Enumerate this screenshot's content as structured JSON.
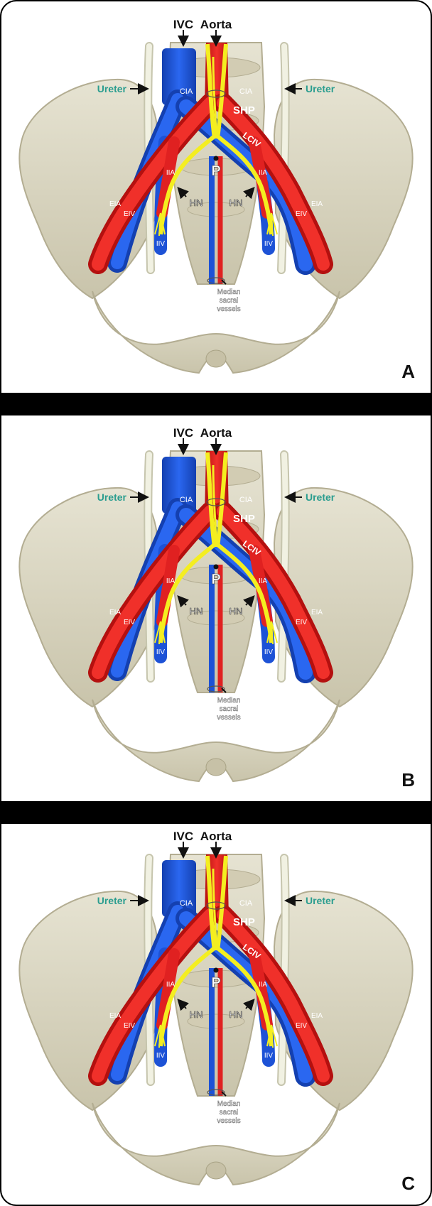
{
  "panels": [
    {
      "letter": "A",
      "labels": {
        "ivc": "IVC",
        "aorta": "Aorta",
        "ureter_left": "Ureter",
        "ureter_right": "Ureter",
        "cia_left": "CIA",
        "cia_right": "CIA",
        "shp": "SHP",
        "lciv": "LCIV",
        "iia_left": "IIA",
        "iia_right": "IIA",
        "eia_left": "EIA",
        "eia_right": "EIA",
        "eiv_left": "EIV",
        "eiv_right": "EIV",
        "iiv_left": "IIV",
        "iiv_right": "IIV",
        "hn_left": "HN",
        "hn_right": "HN",
        "p": "P",
        "median1": "Median",
        "median2": "sacral",
        "median3": "vessels"
      }
    },
    {
      "letter": "B",
      "labels": {
        "ivc": "IVC",
        "aorta": "Aorta",
        "ureter_left": "Ureter",
        "ureter_right": "Ureter",
        "cia_left": "CIA",
        "cia_right": "CIA",
        "shp": "SHP",
        "lciv": "LCIV",
        "iia_left": "IIA",
        "iia_right": "IIA",
        "eia_left": "EIA",
        "eia_right": "EIA",
        "eiv_left": "EIV",
        "eiv_right": "EIV",
        "iiv_left": "IIV",
        "iiv_right": "IIV",
        "hn_left": "HN",
        "hn_right": "HN",
        "p": "P",
        "median1": "Median",
        "median2": "sacral",
        "median3": "vessels"
      }
    },
    {
      "letter": "C",
      "labels": {
        "ivc": "IVC",
        "aorta": "Aorta",
        "ureter_left": "Ureter",
        "ureter_right": "Ureter",
        "cia_left": "CIA",
        "cia_right": "CIA",
        "shp": "SHP",
        "lciv": "LCIV",
        "iia_left": "IIA",
        "iia_right": "IIA",
        "eia_left": "EIA",
        "eia_right": "EIA",
        "eiv_left": "EIV",
        "eiv_right": "EIV",
        "iiv_left": "IIV",
        "iiv_right": "IIV",
        "hn_left": "HN",
        "hn_right": "HN",
        "p": "P",
        "median1": "Median",
        "median2": "sacral",
        "median3": "vessels"
      }
    }
  ],
  "colors": {
    "background": "#ffffff",
    "separator": "#000000",
    "bone": "#d9d6c4",
    "bone_shadow": "#b9b49c",
    "vein": "#1f57e0",
    "artery": "#e21f1f",
    "nerve": "#f4ee20",
    "ureter": "#eeeedc",
    "ureter_label": "#2a9d8f",
    "label_dark": "#111111",
    "label_light": "#ffffff"
  }
}
